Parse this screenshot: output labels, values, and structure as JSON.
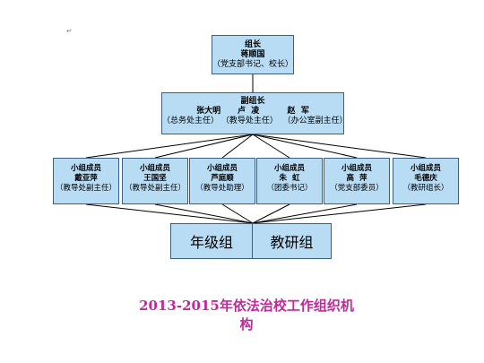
{
  "mark": "↵",
  "leader": {
    "title": "组长",
    "name": "蒋顺国",
    "role": "（党支部书记、校长）"
  },
  "deputy": {
    "title": "副组长",
    "names": "张大明      卢  凌          赵  军",
    "roles": "（总务处主任） （教导处主任）  （办公室副主任）"
  },
  "members": [
    {
      "title": "小组成员",
      "name": "戴亚萍",
      "role": "（教导处副主任）"
    },
    {
      "title": "小组成员",
      "name": "王国坚",
      "role": "（教导处副主任）"
    },
    {
      "title": "小组成员",
      "name": "芦庭顺",
      "role": "（教导处助理）"
    },
    {
      "title": "小组成员",
      "name": "朱  虹",
      "role": "（团委书记）"
    },
    {
      "title": "小组成员",
      "name": "高  萍",
      "role": "（党支部委员）"
    },
    {
      "title": "小组成员",
      "name": "毛德庆",
      "role": "（教研组长）"
    }
  ],
  "groups": [
    "年级组",
    "教研组"
  ],
  "title": "2013-2015年依法治校工作组织机构"
}
